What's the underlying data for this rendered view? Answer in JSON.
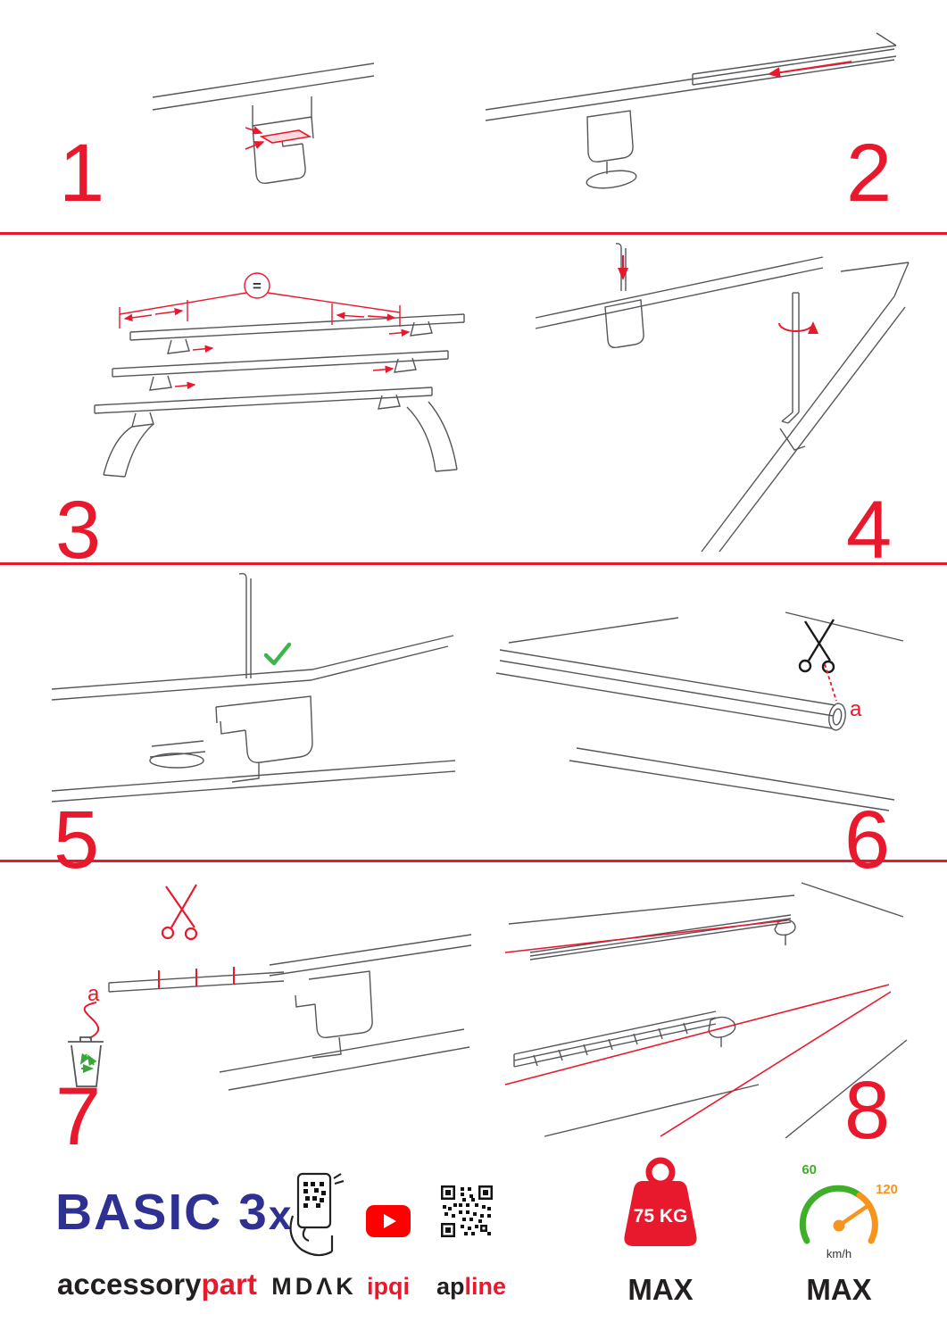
{
  "colors": {
    "accent_red": "#e8192c",
    "brand_blue": "#2e3192",
    "check_green": "#3db54a",
    "recycle_green": "#3aa637",
    "youtube_red": "#ff0000",
    "gauge_green": "#3fae29",
    "gauge_orange": "#f7941d"
  },
  "steps": [
    {
      "number": "1"
    },
    {
      "number": "2"
    },
    {
      "number": "3",
      "equal": "="
    },
    {
      "number": "4"
    },
    {
      "number": "5"
    },
    {
      "number": "6",
      "annotation": "a"
    },
    {
      "number": "7",
      "annotation": "a"
    },
    {
      "number": "8"
    }
  ],
  "footer": {
    "brand_title": "BASIC 3",
    "brand_title_suffix": "x",
    "brand_sub_black": "accessory",
    "brand_sub_red": "part",
    "partner_phone": "MDΛK",
    "partner_video": "ipqi",
    "partner_qr_black": "ap",
    "partner_qr_red": "line",
    "weight_value": "75 KG",
    "weight_max": "MAX",
    "speed_low": "60",
    "speed_high": "120",
    "speed_unit": "km/h",
    "speed_max": "MAX"
  }
}
